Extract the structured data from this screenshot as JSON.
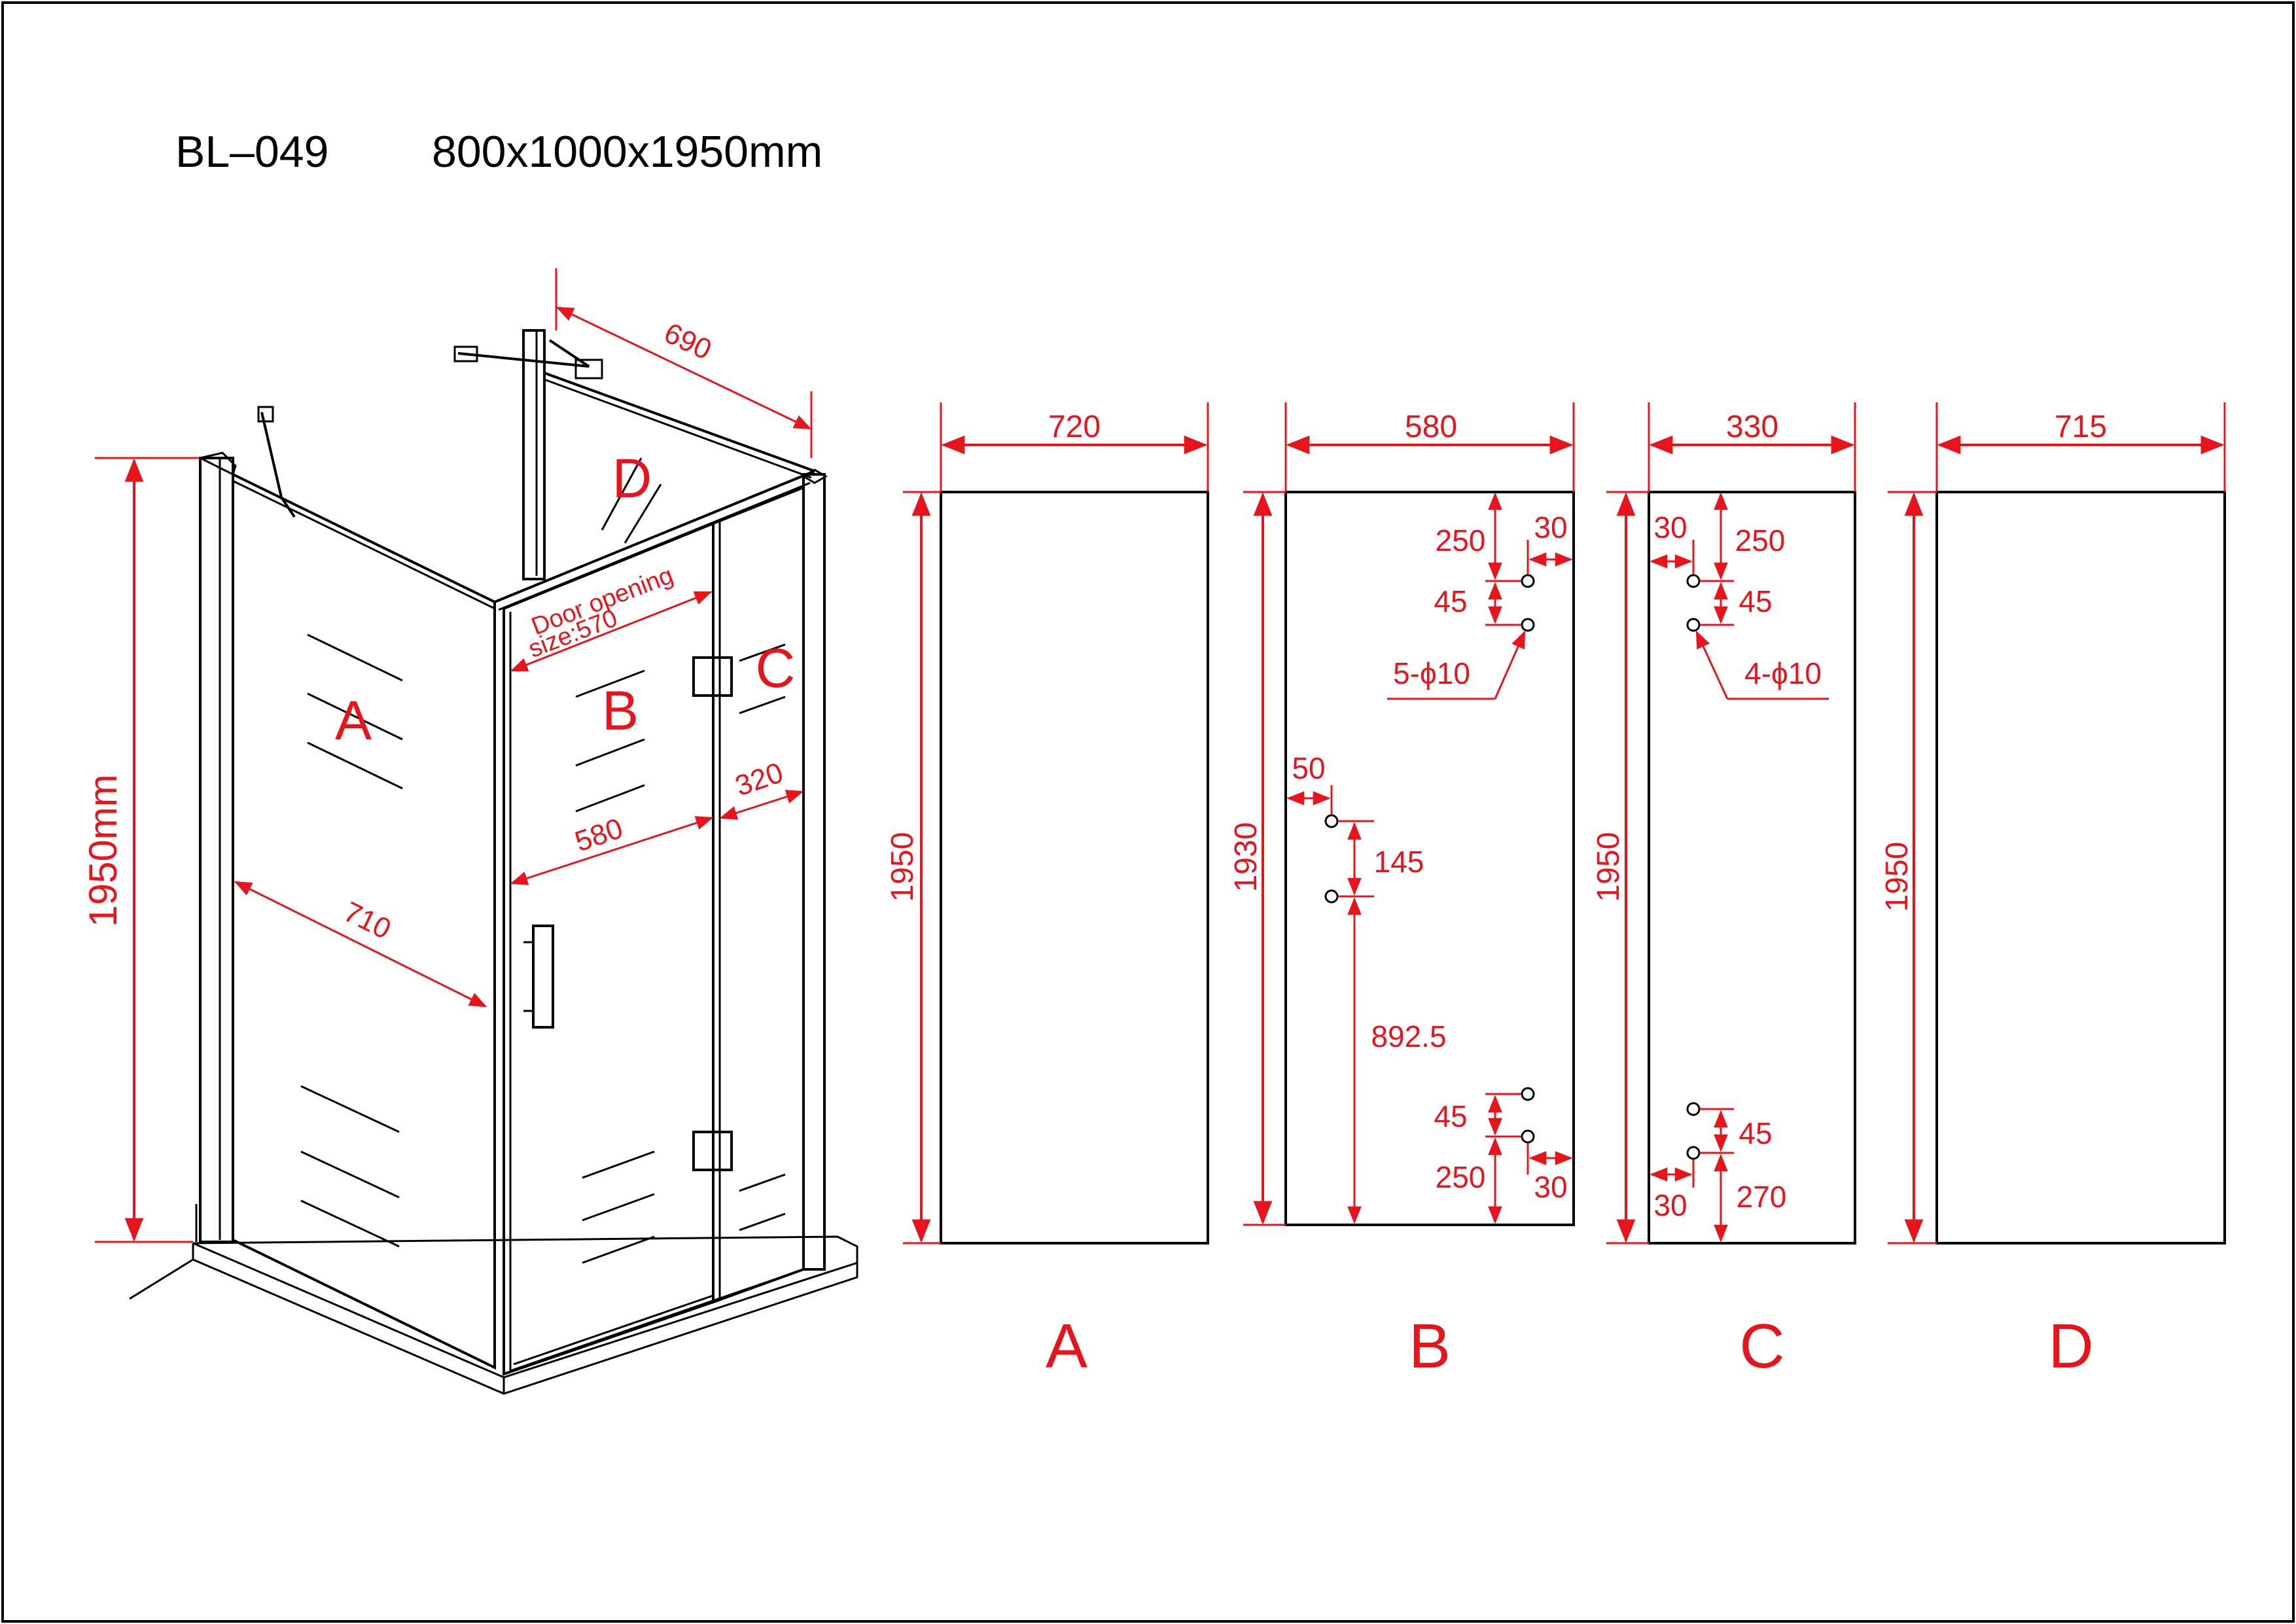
{
  "title": {
    "model": "BL–049",
    "size": "800x1000x1950mm"
  },
  "iso_view": {
    "height_label": "1950mm",
    "dim_690": "690",
    "dim_710": "710",
    "dim_580": "580",
    "dim_320": "320",
    "door_opening_line1": "Door opening",
    "door_opening_line2": "size:570",
    "panel_A": "A",
    "panel_B": "B",
    "panel_C": "C",
    "panel_D": "D"
  },
  "panels": [
    {
      "id": "A",
      "width": "720",
      "height": "1950",
      "caption": "A"
    },
    {
      "id": "B",
      "width": "580",
      "height": "1930",
      "caption": "B",
      "top_250": "250",
      "top_30": "30",
      "top_45": "45",
      "holes": "5-ϕ10",
      "left_50": "50",
      "mid_145": "145",
      "mid_892": "892.5",
      "bot_45": "45",
      "bot_250": "250",
      "bot_30": "30"
    },
    {
      "id": "C",
      "width": "330",
      "height": "1950",
      "caption": "C",
      "top_30": "30",
      "top_250": "250",
      "top_45": "45",
      "holes": "4-ϕ10",
      "bot_45": "45",
      "bot_30": "30",
      "bot_270": "270"
    },
    {
      "id": "D",
      "width": "715",
      "height": "1950",
      "caption": "D"
    }
  ],
  "colors": {
    "dimension": "#e8141c",
    "line": "#000000",
    "background": "#ffffff"
  }
}
